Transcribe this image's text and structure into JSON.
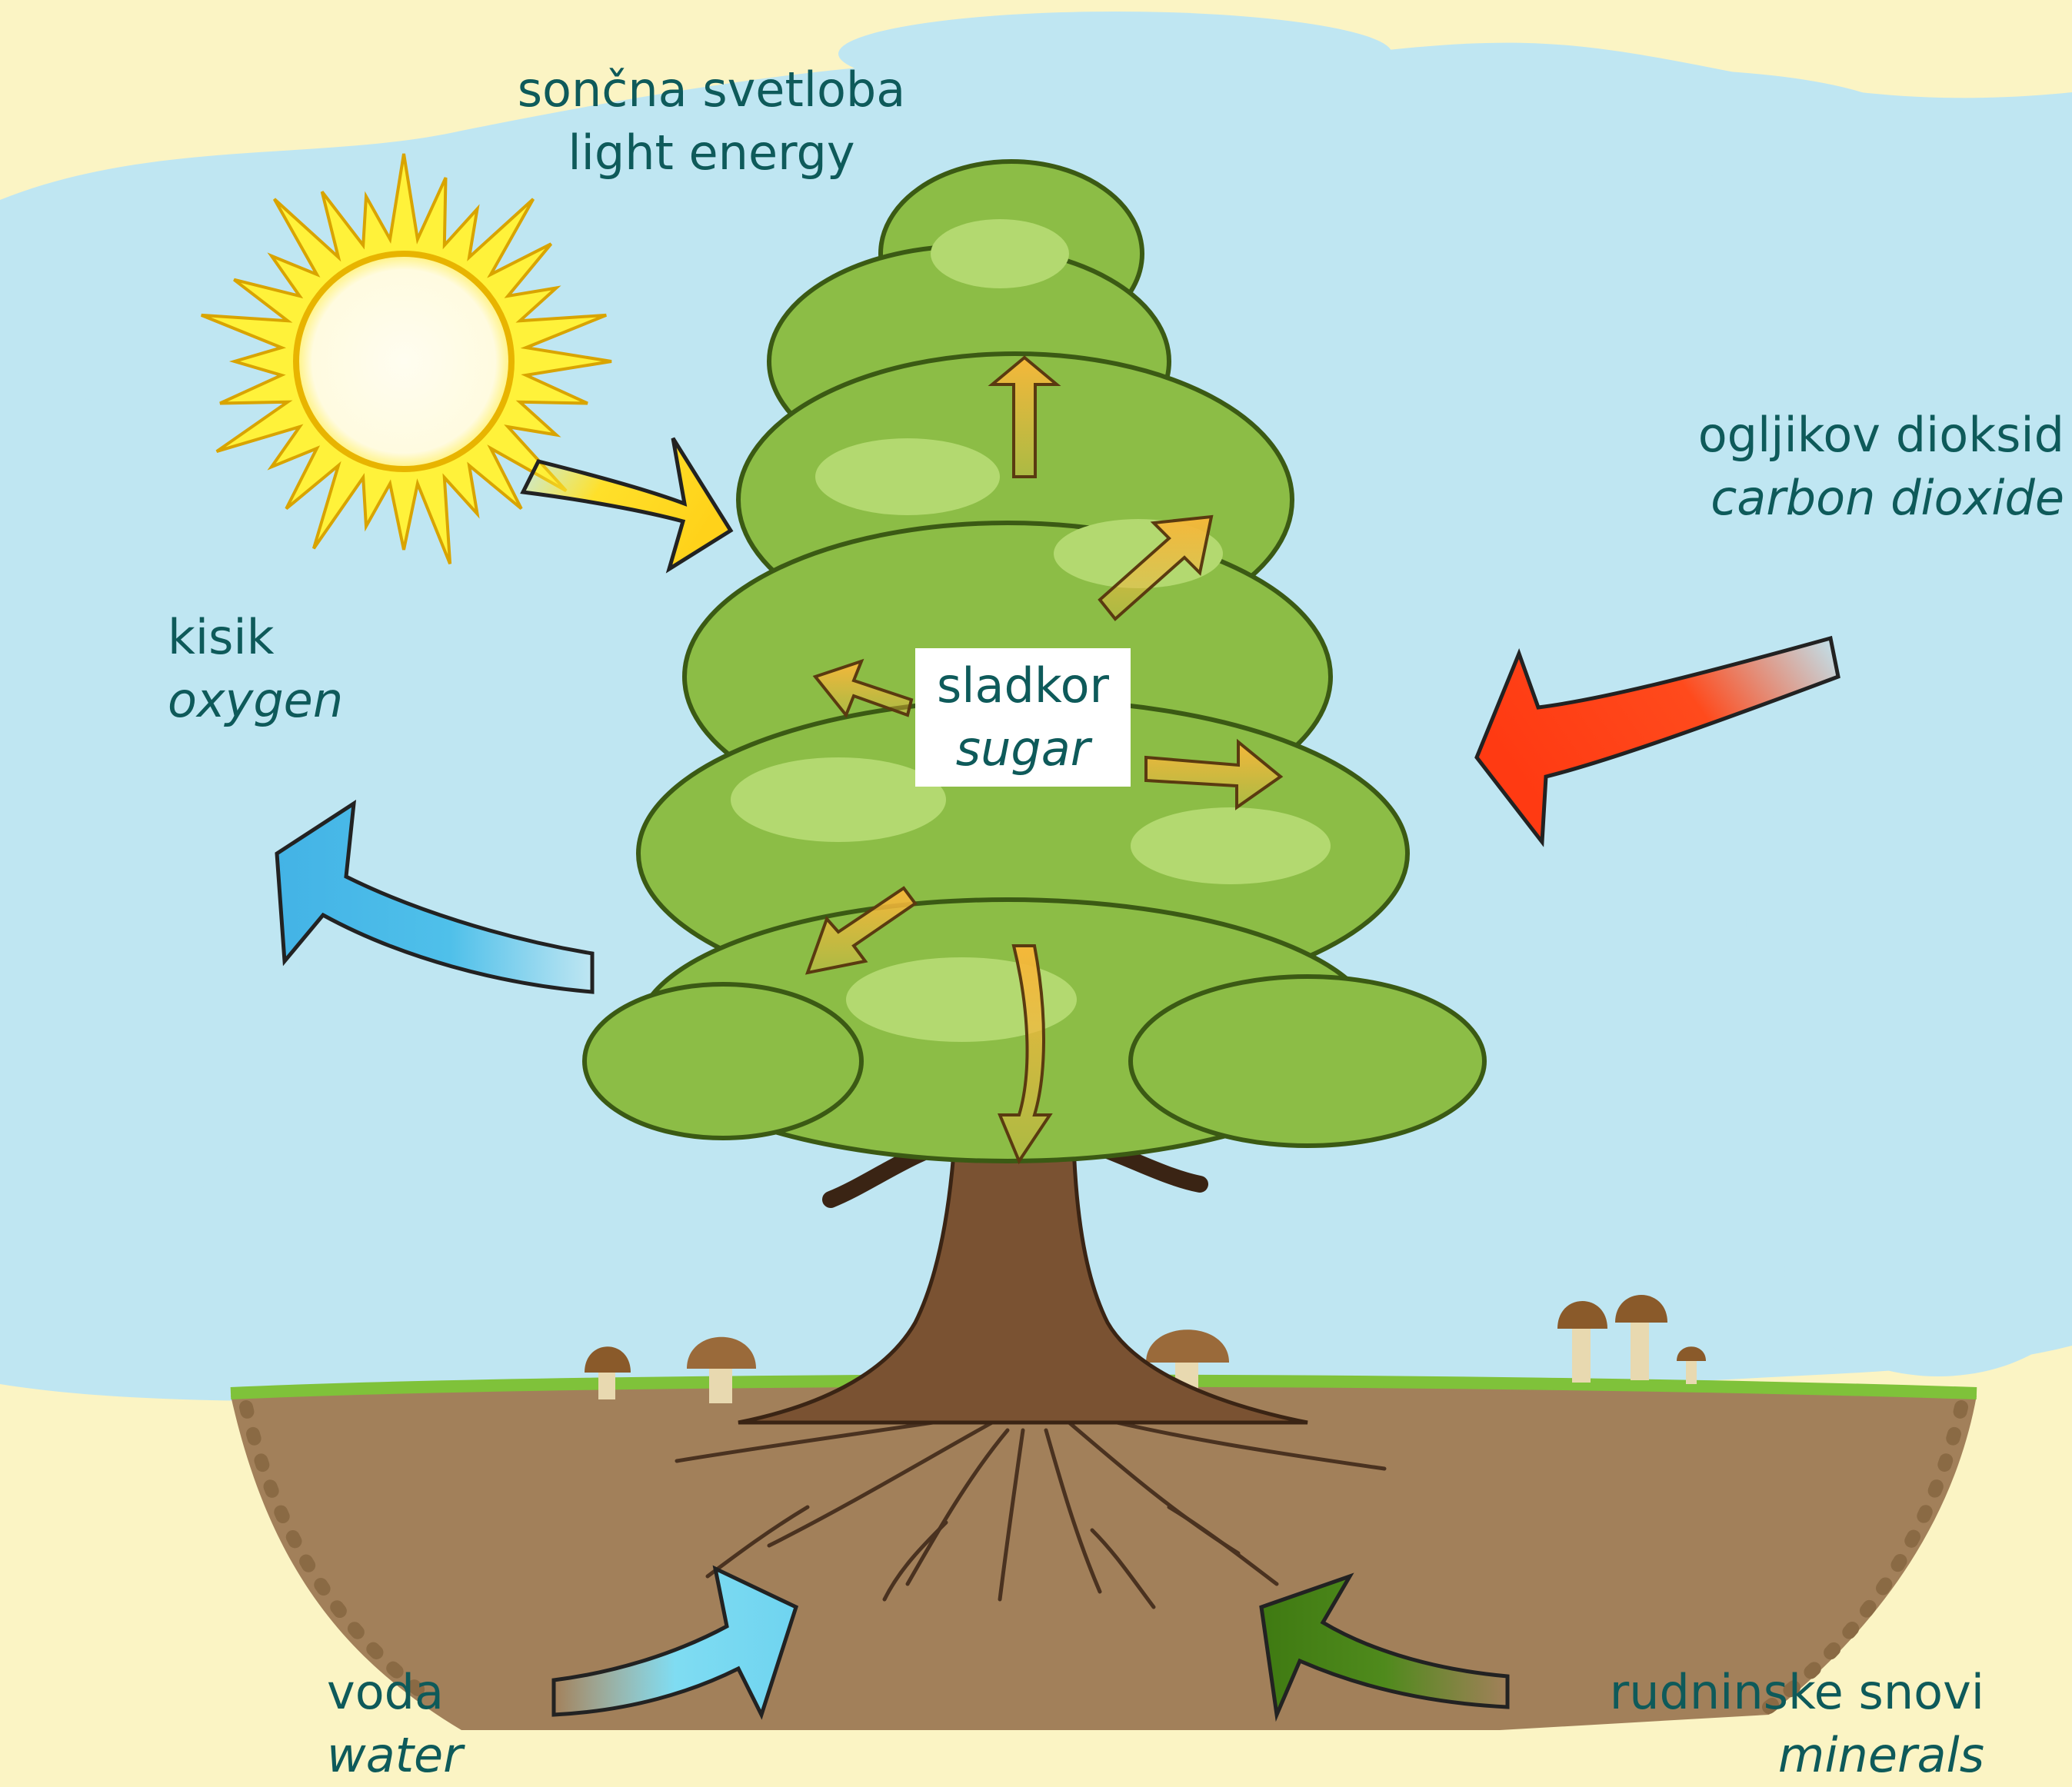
{
  "labels": {
    "light": {
      "sl": "sončna svetloba",
      "en": "light energy"
    },
    "carbon_dioxide": {
      "sl": "ogljikov dioksid",
      "en": "carbon dioxide"
    },
    "oxygen": {
      "sl": "kisik",
      "en": "oxygen"
    },
    "sugar": {
      "sl": "sladkor",
      "en": "sugar"
    },
    "water": {
      "sl": "voda",
      "en": "water"
    },
    "minerals": {
      "sl": "rudninske snovi",
      "en": "minerals"
    }
  },
  "colors": {
    "text": "#0e5a5a",
    "background": "#fbf4c4",
    "sky": "#bfe6f2",
    "sun": "#fff23a",
    "sun_arrow": "#ffe02a",
    "co2_arrow": "#ff4a1c",
    "oxygen_arrow": "#4fc0ea",
    "sugar_arrow": "#f3b53d",
    "water_arrow": "#7fdcf2",
    "minerals_arrow": "#4f8a1c",
    "foliage": "#8cbd46",
    "trunk": "#7a5232",
    "soil": "#a2805a"
  }
}
